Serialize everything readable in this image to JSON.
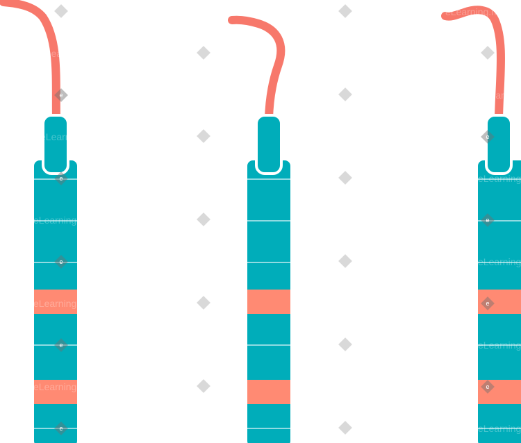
{
  "illustration": {
    "subject": "dental probes",
    "instrument_count": 3,
    "colors": {
      "handle": "#00adba",
      "tip": "#f7786b",
      "grip_band": "#ff8a73",
      "groove": "#e6f7f9",
      "background": "#ffffff",
      "watermark_diamond": "#d9d9d9",
      "watermark_badge": "#6f6f6f"
    }
  },
  "watermark": {
    "brand_text": "eLearning.market",
    "badge_letter": "e"
  }
}
